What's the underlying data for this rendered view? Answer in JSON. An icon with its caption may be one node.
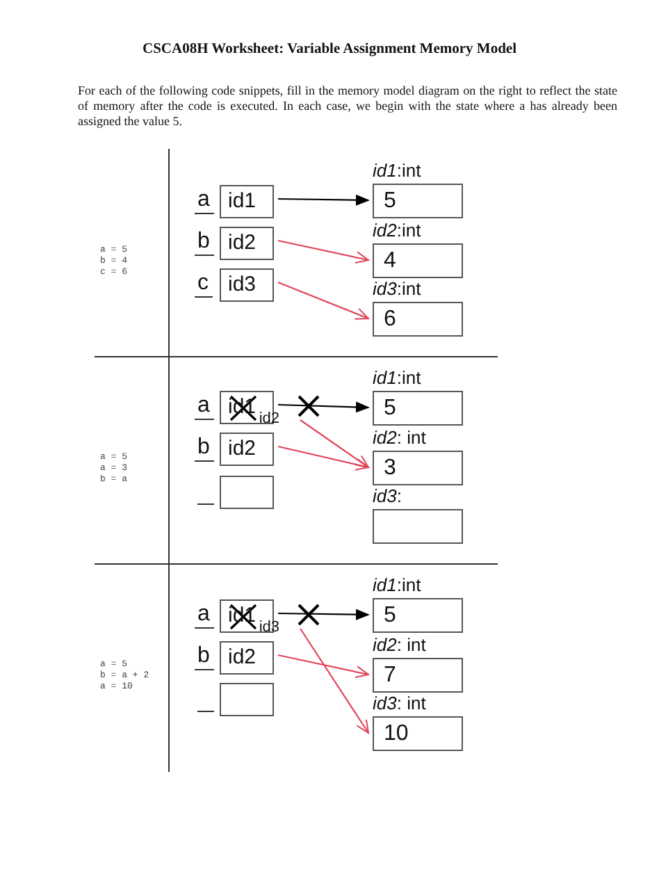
{
  "diagram": {
    "title": "CSCA08H Worksheet: Variable Assignment Memory Model",
    "nodes": [
      {
        "text": [
          "id1"
        ],
        "beside": [
          "a"
        ]
      },
      {
        "text": [
          "id2"
        ],
        "beside": [
          "b"
        ]
      },
      {
        "text": [
          "id3"
        ],
        "beside": [
          "c"
        ]
      },
      {
        "text": [
          "*id1*:int",
          "5"
        ]
      },
      {
        "text": [
          "*id2*:int",
          "4"
        ]
      },
      {
        "text": [
          "*id3*:int",
          "6"
        ]
      },
      {
        "text": [
          "id1",
          "id2"
        ],
        "beside": [
          "a"
        ]
      },
      {
        "text": [
          "id2"
        ],
        "beside": [
          "b"
        ]
      },
      {
        "text": [],
        "shape": "box"
      },
      {
        "text": [
          "*id1*:int",
          "5"
        ]
      },
      {
        "text": [
          "*id2*: int",
          "3"
        ]
      },
      {
        "text": [
          "*id3*:"
        ]
      },
      {
        "text": [
          "id1",
          "id3"
        ],
        "beside": [
          "a"
        ]
      },
      {
        "text": [
          "id2"
        ],
        "beside": [
          "b"
        ]
      },
      {
        "text": [],
        "shape": "box"
      },
      {
        "text": [
          "*id1*:int",
          "5"
        ]
      },
      {
        "text": [
          "*id2*: int",
          "7"
        ]
      },
      {
        "text": [
          "*id3*: int",
          "10"
        ]
      }
    ],
    "edges": [
      {
        "from": 0,
        "to": 3,
        "arrow": "to",
        "color": "#000000"
      },
      {
        "from": 1,
        "to": 4,
        "arrow": "to"
      },
      {
        "from": 2,
        "to": 5,
        "arrow": "to"
      },
      {
        "from": 6,
        "to": 9,
        "arrow": "to",
        "color": "#000000"
      },
      {
        "from": 6,
        "to": 10,
        "arrow": "to"
      },
      {
        "from": 7,
        "to": 10,
        "arrow": "to"
      },
      {
        "from": 12,
        "to": 15,
        "arrow": "to",
        "color": "#000000"
      },
      {
        "from": 13,
        "to": 16,
        "arrow": "to"
      },
      {
        "from": 12,
        "to": 17,
        "arrow": "to"
      }
    ],
    "labels": [
      "For each of the following code snippets, fill in the memory model diagram on the right to reflect the state of memory after the code is executed. In each case, we begin with the state where a has already been assigned the value 5.",
      "a = 5",
      "b = 4",
      "c = 6",
      "a = 5",
      "a = 3",
      "b = a",
      "a = 5",
      "b = a + 2",
      "a = 10"
    ]
  }
}
